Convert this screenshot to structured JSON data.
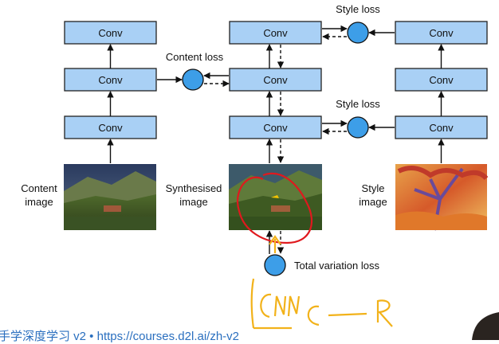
{
  "diagram": {
    "conv_label": "Conv",
    "losses": {
      "content": "Content loss",
      "style": "Style loss",
      "total_variation": "Total variation loss"
    },
    "images": {
      "content": [
        "Content",
        "image"
      ],
      "synthesised": [
        "Synthesised",
        "image"
      ],
      "style": [
        "Style",
        "image"
      ]
    },
    "annotation": {
      "handwriting": "CNN  C — R",
      "color_red": "#e0191e",
      "color_yellow": "#f2b21a"
    }
  },
  "footer": {
    "text": "手学深度学习 v2 • https://courses.d2l.ai/zh-v2"
  },
  "colors": {
    "conv_fill": "#a9d0f5",
    "loss_fill": "#3d9ee8",
    "footer_link": "#2a6fbf"
  }
}
